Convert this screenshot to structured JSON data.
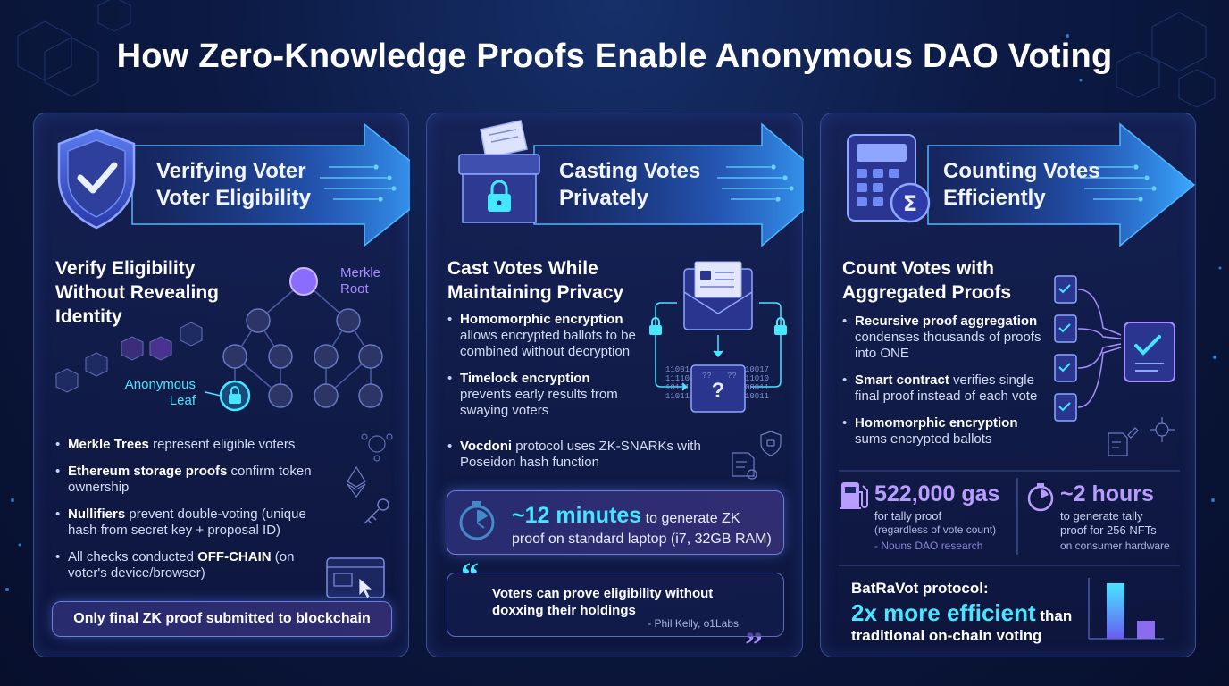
{
  "title": "How Zero-Knowledge Proofs Enable Anonymous DAO Voting",
  "panels": {
    "verify": {
      "header": [
        "Verifying Voter",
        "Voter Eligibility"
      ],
      "subtitle": [
        "Verify Eligibility",
        "Without Revealing",
        "Identity"
      ],
      "tree_root_label": [
        "Merkle",
        "Root"
      ],
      "tree_leaf_label": [
        "Anonymous",
        "Leaf"
      ],
      "bullets": [
        {
          "bold": "Merkle Trees",
          "text": " represent eligible voters"
        },
        {
          "bold": "Ethereum storage proofs",
          "text": " confirm token ownership"
        },
        {
          "bold": "Nullifiers",
          "text": " prevent double-voting (unique hash from secret key + proposal ID)"
        },
        {
          "pre": "All checks conducted ",
          "bold": "OFF-CHAIN",
          "text": " (on voter's device/browser)"
        }
      ],
      "footer": "Only final ZK proof submitted to blockchain"
    },
    "cast": {
      "header": [
        "Casting Votes",
        "Privately"
      ],
      "subtitle": [
        "Cast Votes While",
        "Maintaining Privacy"
      ],
      "binary_left": [
        "11001",
        "11110",
        "10111",
        "11011"
      ],
      "binary_right": [
        "10017",
        "11010",
        "00011",
        "10011"
      ],
      "bullets": [
        {
          "bold": "Homomorphic encryption",
          "text": " allows encrypted ballots to be combined without decryption"
        },
        {
          "bold": "Timelock encryption",
          "text": " prevents early results from swaying voters"
        },
        {
          "bold": "Vocdoni",
          "text": " protocol uses ZK-SNARKs with Poseidon hash function"
        }
      ],
      "stat": {
        "value": "~12 minutes",
        "text1": " to generate ZK",
        "text2": "proof on standard laptop (i7, 32GB RAM)"
      },
      "quote": {
        "text1": "Voters can prove eligibility without",
        "text2": "doxxing their holdings",
        "author": "- Phil Kelly, o1Labs"
      }
    },
    "count": {
      "header": [
        "Counting Votes",
        "Efficiently"
      ],
      "subtitle": [
        "Count Votes with",
        "Aggregated Proofs"
      ],
      "bullets": [
        {
          "bold": "Recursive proof aggregation",
          "text": " condenses thousands of proofs into ONE"
        },
        {
          "bold": "Smart contract",
          "text": " verifies single final proof instead of each vote"
        },
        {
          "bold": "Homomorphic encryption",
          "text": " sums encrypted ballots"
        }
      ],
      "stat_gas": {
        "value": "522,000 gas",
        "line1": "for tally proof",
        "line2": "(regardless of vote count)",
        "source": "- Nouns DAO research"
      },
      "stat_time": {
        "value": "~2 hours",
        "line1": "to generate tally",
        "line2": "proof for 256 NFTs",
        "line3": "on consumer hardware"
      },
      "batravot": {
        "line1": "BatRaVot protocol:",
        "highlight": "2x more efficient",
        "rest": " than",
        "line3": "traditional on-chain voting"
      }
    }
  },
  "colors": {
    "accent_cyan": "#47e6ff",
    "accent_purple": "#b89cff",
    "panel_border": "#3a4f8e"
  }
}
